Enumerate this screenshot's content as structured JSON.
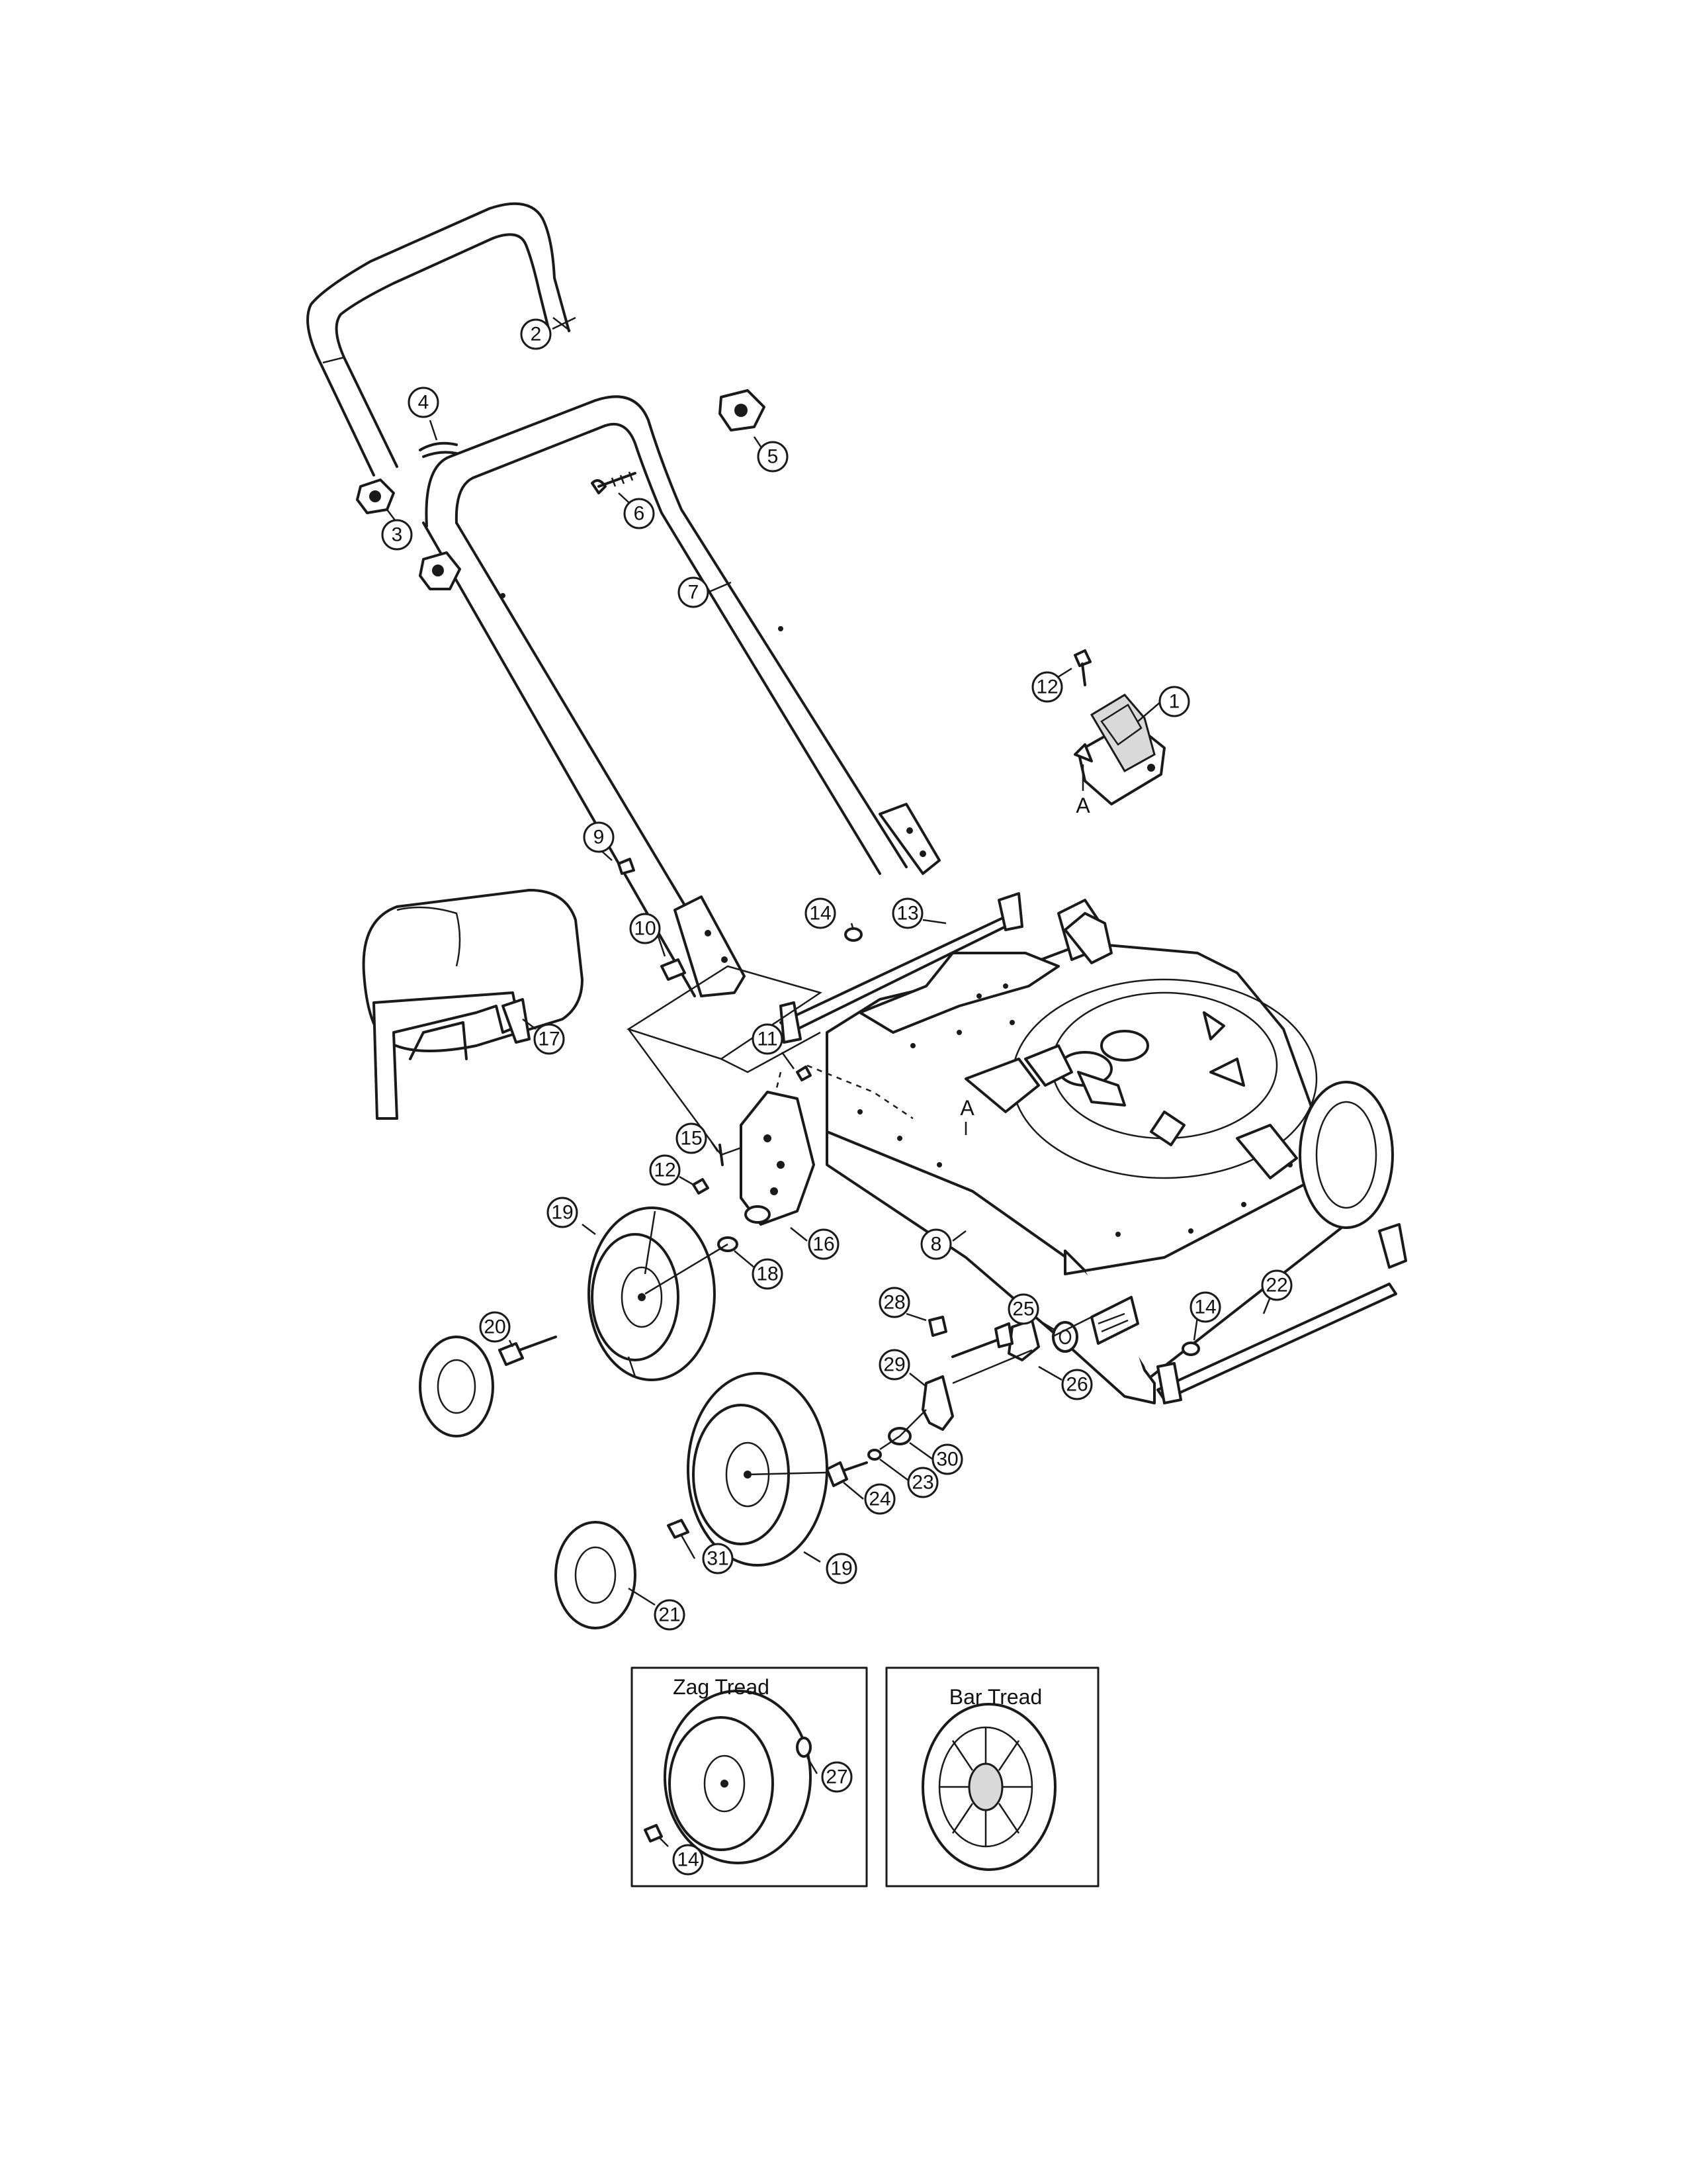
{
  "callouts": {
    "c1": "1",
    "c2": "2",
    "c3": "3",
    "c4": "4",
    "c5": "5",
    "c6": "6",
    "c7": "7",
    "c8": "8",
    "c9": "9",
    "c10": "10",
    "c11": "11",
    "c12a": "12",
    "c12b": "12",
    "c13": "13",
    "c14a": "14",
    "c14b": "14",
    "c14c": "14",
    "c15": "15",
    "c16": "16",
    "c17": "17",
    "c18": "18",
    "c19a": "19",
    "c19b": "19",
    "c20": "20",
    "c21": "21",
    "c22": "22",
    "c23": "23",
    "c24": "24",
    "c25": "25",
    "c26": "26",
    "c27": "27",
    "c28": "28",
    "c29": "29",
    "c30": "30",
    "c31": "31"
  },
  "reference_labels": {
    "a_bracket": "A",
    "a_deck": "A"
  },
  "panels": {
    "zag_tread": "Zag Tread",
    "bar_tread": "Bar Tread"
  }
}
